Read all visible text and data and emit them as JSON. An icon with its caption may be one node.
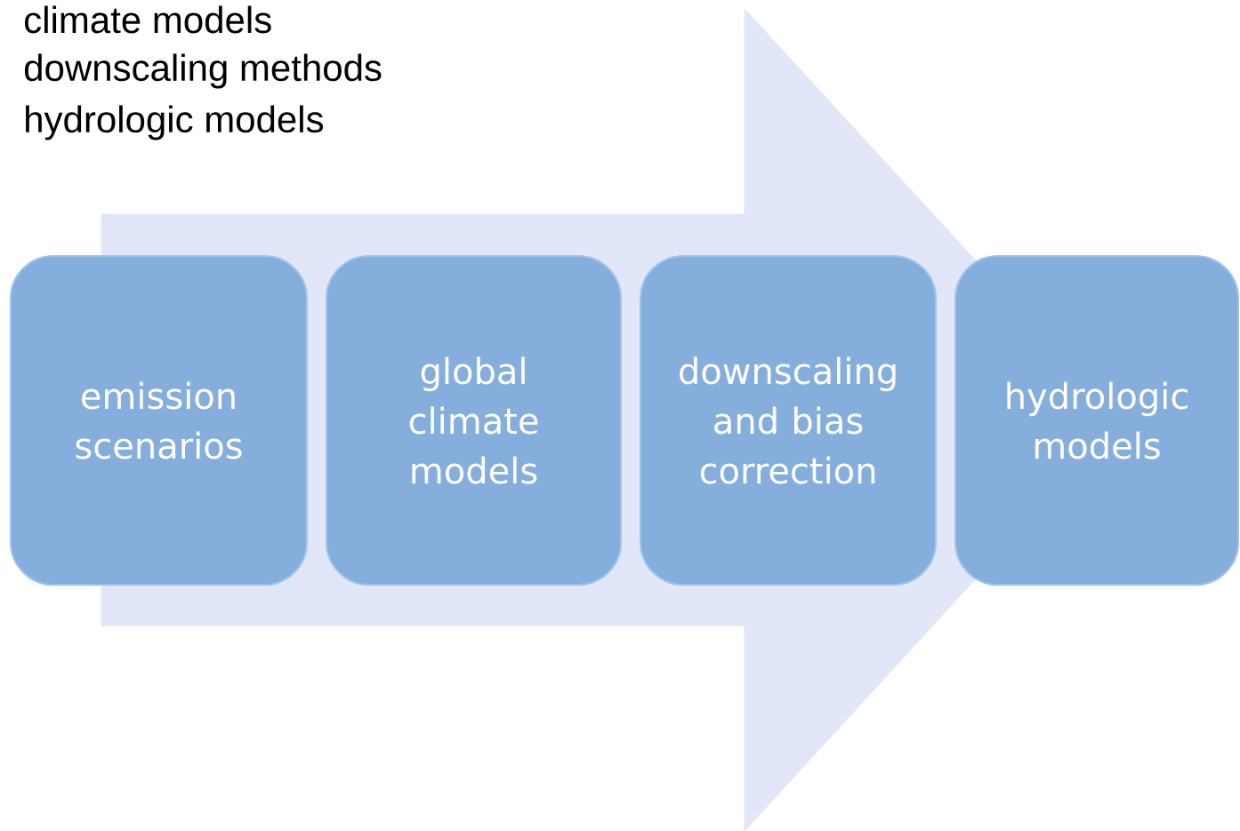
{
  "diagram": {
    "nodes": [
      {
        "text": [
          "emission scenarios"
        ]
      },
      {
        "text": [
          "global climate models"
        ]
      },
      {
        "text": [
          "downscaling and bias correction"
        ]
      },
      {
        "text": [
          "hydrologic models"
        ]
      }
    ],
    "edges": [
      {
        "from": 0,
        "to": 3,
        "arrow": "to"
      }
    ],
    "labels": [
      "climate models",
      "downscaling methods",
      "hydrologic models"
    ]
  }
}
